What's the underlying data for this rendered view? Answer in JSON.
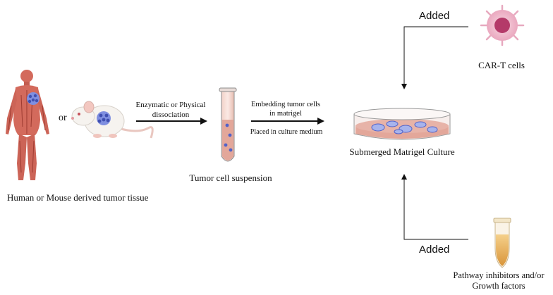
{
  "labels": {
    "or": "or",
    "dissociation_line1": "Enzymatic or Physical",
    "dissociation_line2": "dissociation",
    "embedding_line1": "Embedding tumor cells",
    "embedding_line2": "in matrigel",
    "placed": "Placed in culture medium",
    "tissue": "Human or Mouse derived tumor tissue",
    "suspension": "Tumor cell suspension",
    "submerged": "Submerged Matrigel Culture",
    "added_top": "Added",
    "added_bottom": "Added",
    "cart": "CAR-T cells",
    "inhibitors_line1": "Pathway inhibitors and/or",
    "inhibitors_line2": "Growth factors"
  },
  "icons": [
    "human-body-icon",
    "mouse-icon",
    "test-tube-icon",
    "petri-dish-icon",
    "car-t-cell-icon",
    "reagent-tube-icon"
  ],
  "colors": {
    "body": "#d36a5c",
    "body_dark": "#a8443a",
    "tumor": "#7f8fe0",
    "tumor_dark": "#3f4fb0",
    "dish_medium": "#e3a79a",
    "cart_outer": "#f3c9d6",
    "cart_nucleus": "#b43a69",
    "reagent": "#e8b25a",
    "arrow": "#111111"
  }
}
